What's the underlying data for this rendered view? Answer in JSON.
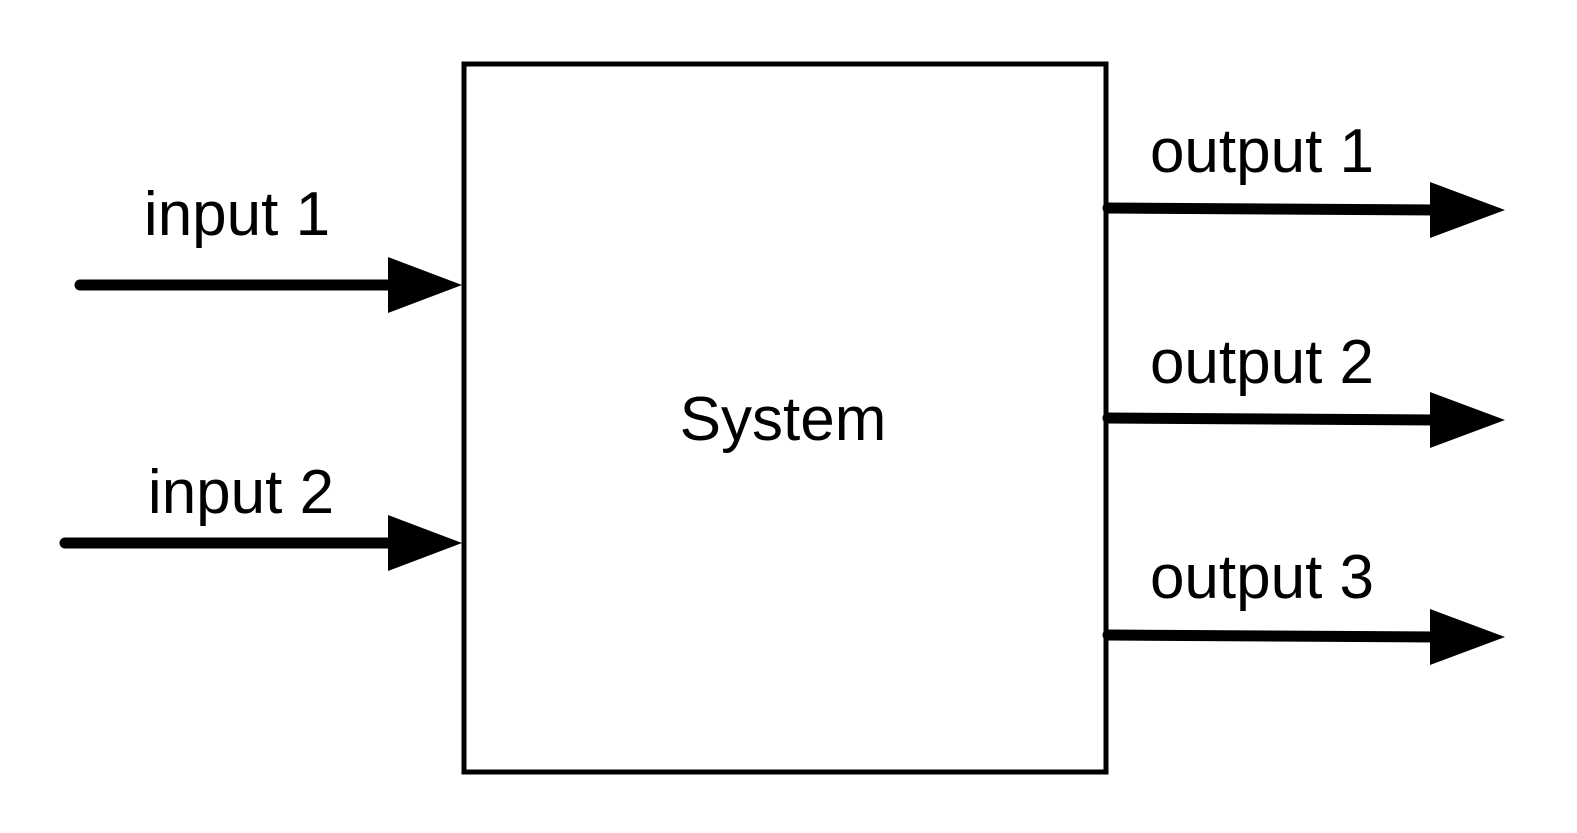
{
  "diagram": {
    "system_label": "System",
    "inputs": [
      {
        "label": "input 1"
      },
      {
        "label": "input 2"
      }
    ],
    "outputs": [
      {
        "label": "output 1"
      },
      {
        "label": "output 2"
      },
      {
        "label": "output 3"
      }
    ],
    "colors": {
      "stroke": "#000000",
      "background": "#ffffff"
    }
  }
}
